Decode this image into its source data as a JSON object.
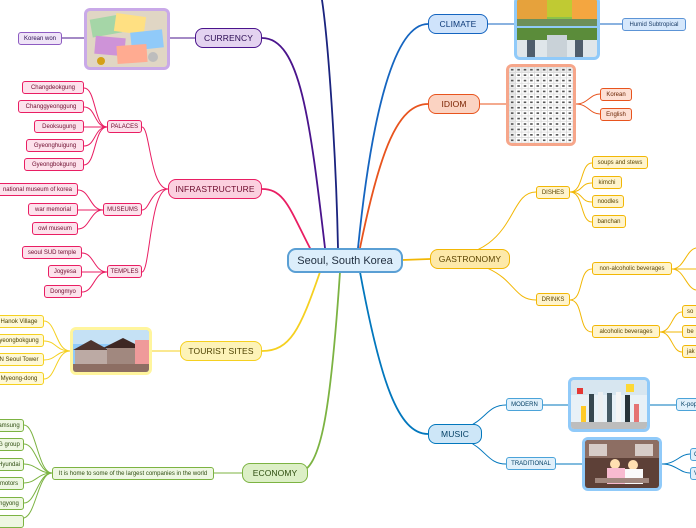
{
  "center": "Seoul, South Korea",
  "colors": {
    "climate": "#1565c0",
    "idiom": "#e8541e",
    "gastronomy": "#f2b705",
    "music": "#0277bd",
    "economy": "#7cb342",
    "tourist": "#f5d020",
    "infrastructure": "#e91e63",
    "currency": "#4a148c"
  },
  "branches": {
    "climate": {
      "label": "CLIMATE",
      "leaf": "Humid Subtropical"
    },
    "idiom": {
      "label": "IDIOM",
      "leaves": [
        "Korean",
        "English"
      ]
    },
    "gastronomy": {
      "label": "GASTRONOMY",
      "dishes": {
        "label": "DISHES",
        "items": [
          "soups and stews",
          "kimchi",
          "noodles",
          "banchan"
        ]
      },
      "drinks": {
        "label": "DRINKS",
        "non_alcoholic": "non-alcoholic beverages",
        "alcoholic": {
          "label": "alcoholic beverages",
          "items": [
            "so",
            "be",
            "jak"
          ]
        }
      }
    },
    "music": {
      "label": "MUSIC",
      "modern": {
        "label": "MODERN",
        "leaf": "K-pop"
      },
      "traditional": {
        "label": "TRADITIONAL",
        "leaves": [
          "C",
          "V"
        ]
      }
    },
    "economy": {
      "label": "ECONOMY",
      "fact": "It is home to some of the largest companies in the world",
      "companies": [
        "amsung",
        "G group",
        "Hyundai",
        "motors",
        "ngyong"
      ]
    },
    "tourist": {
      "label": "TOURIST SITES",
      "sites": [
        "Hanok Village",
        "yeongbokgung",
        "N Seoul Tower",
        "Myeong-dong"
      ]
    },
    "infrastructure": {
      "label": "INFRASTRUCTURE",
      "palaces": {
        "label": "PALACES",
        "items": [
          "Changdeokgung",
          "Changgyeonggung",
          "Deoksugung",
          "Gyeonghuigung",
          "Gyeongbokgung"
        ]
      },
      "museums": {
        "label": "MUSEUMS",
        "items": [
          "national museum of korea",
          "war memorial",
          "owl museum"
        ]
      },
      "temples": {
        "label": "TEMPLES",
        "items": [
          "seoul SUD temple",
          "Jogyesa",
          "Dongmyo"
        ]
      }
    },
    "currency": {
      "label": "CURRENCY",
      "leaf": "Korean won"
    }
  }
}
